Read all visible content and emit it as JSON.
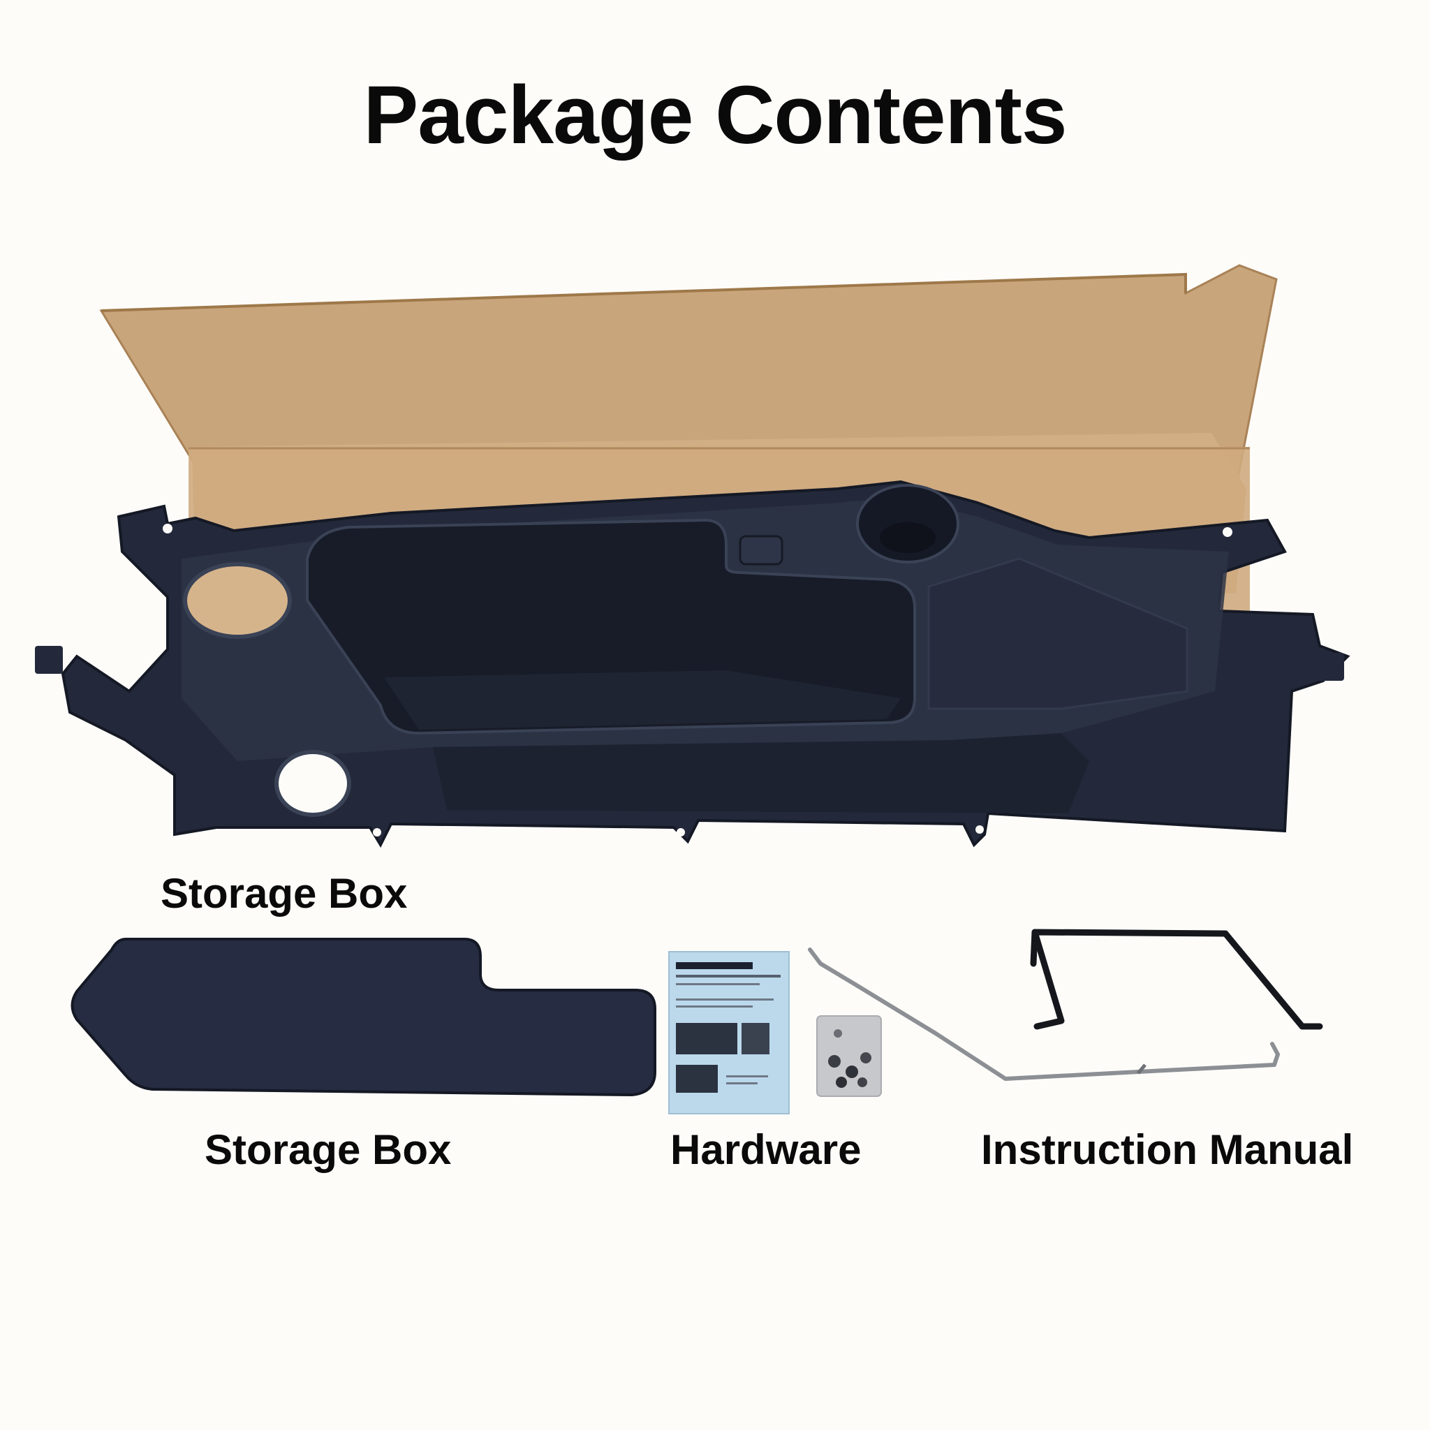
{
  "title": "Package Contents",
  "items": [
    {
      "id": "storage-box-main",
      "label": "Storage Box"
    },
    {
      "id": "storage-box-lid",
      "label": "Storage Box"
    },
    {
      "id": "hardware",
      "label": "Hardware"
    },
    {
      "id": "instruction-manual",
      "label": "Instruction Manual"
    }
  ],
  "colors": {
    "background": "#fdfcf9",
    "cardboard": "#c9a57c",
    "cardboard_dark": "#b48d62",
    "plastic": "#23293a",
    "plastic_light": "#343b4f",
    "metal": "#8c8f94",
    "manual_cover": "#bcd9ec"
  }
}
